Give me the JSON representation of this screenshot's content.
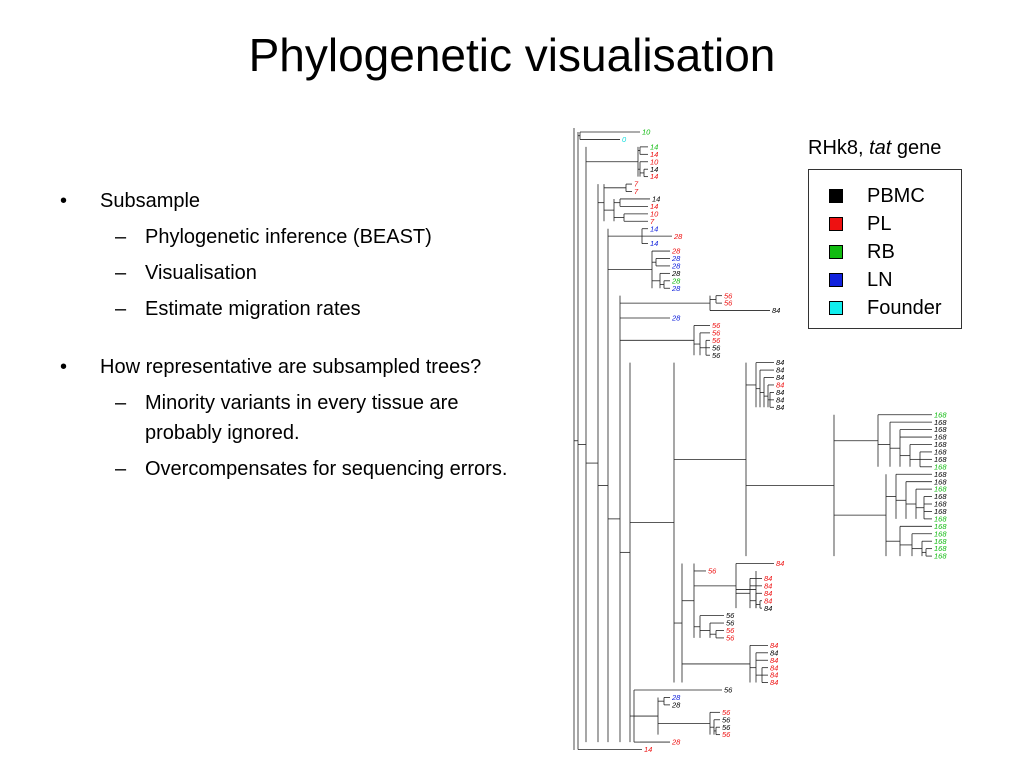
{
  "slide": {
    "title": "Phylogenetic visualisation",
    "bullets": [
      {
        "text": "Subsample",
        "sub": [
          "Phylogenetic inference (BEAST)",
          "Visualisation",
          "Estimate migration rates"
        ]
      },
      {
        "text": "How representative are subsampled trees?",
        "sub": [
          "Minority variants in every tissue are probably ignored.",
          "Overcompensates for sequencing errors."
        ]
      }
    ],
    "bullet_symbol": "•",
    "sub_bullet_symbol": "–"
  },
  "tree_panel": {
    "subtitle_prefix": "RHk8, ",
    "subtitle_italic": "tat",
    "subtitle_suffix": " gene",
    "legend": [
      {
        "label": "PBMC",
        "color": "#000000"
      },
      {
        "label": "PL",
        "color": "#ee1111"
      },
      {
        "label": "RB",
        "color": "#11bb11"
      },
      {
        "label": "LN",
        "color": "#1122dd"
      },
      {
        "label": "Founder",
        "color": "#11eeee"
      }
    ],
    "tip_colors": {
      "K": "#000000",
      "R": "#ee1111",
      "G": "#11bb11",
      "B": "#1122dd",
      "C": "#11dddd"
    },
    "tips": [
      {
        "label": "10",
        "c": "G"
      },
      {
        "label": "0",
        "c": "C"
      },
      {
        "label": "14",
        "c": "G"
      },
      {
        "label": "14",
        "c": "R"
      },
      {
        "label": "10",
        "c": "R"
      },
      {
        "label": "14",
        "c": "K"
      },
      {
        "label": "14",
        "c": "R"
      },
      {
        "label": "7",
        "c": "R"
      },
      {
        "label": "7",
        "c": "R"
      },
      {
        "label": "14",
        "c": "K"
      },
      {
        "label": "14",
        "c": "R"
      },
      {
        "label": "10",
        "c": "R"
      },
      {
        "label": "7",
        "c": "R"
      },
      {
        "label": "14",
        "c": "B"
      },
      {
        "label": "28",
        "c": "R"
      },
      {
        "label": "14",
        "c": "B"
      },
      {
        "label": "28",
        "c": "R"
      },
      {
        "label": "28",
        "c": "B"
      },
      {
        "label": "28",
        "c": "B"
      },
      {
        "label": "28",
        "c": "K"
      },
      {
        "label": "28",
        "c": "G"
      },
      {
        "label": "28",
        "c": "B"
      },
      {
        "label": "56",
        "c": "R"
      },
      {
        "label": "56",
        "c": "R"
      },
      {
        "label": "84",
        "c": "K"
      },
      {
        "label": "28",
        "c": "B"
      },
      {
        "label": "56",
        "c": "R"
      },
      {
        "label": "56",
        "c": "R"
      },
      {
        "label": "56",
        "c": "R"
      },
      {
        "label": "56",
        "c": "K"
      },
      {
        "label": "56",
        "c": "K"
      },
      {
        "label": "84",
        "c": "K"
      },
      {
        "label": "84",
        "c": "K"
      },
      {
        "label": "84",
        "c": "K"
      },
      {
        "label": "84",
        "c": "R"
      },
      {
        "label": "84",
        "c": "K"
      },
      {
        "label": "84",
        "c": "K"
      },
      {
        "label": "84",
        "c": "K"
      },
      {
        "label": "168",
        "c": "G"
      },
      {
        "label": "168",
        "c": "K"
      },
      {
        "label": "168",
        "c": "K"
      },
      {
        "label": "168",
        "c": "K"
      },
      {
        "label": "168",
        "c": "K"
      },
      {
        "label": "168",
        "c": "K"
      },
      {
        "label": "168",
        "c": "K"
      },
      {
        "label": "168",
        "c": "G"
      },
      {
        "label": "168",
        "c": "K"
      },
      {
        "label": "168",
        "c": "K"
      },
      {
        "label": "168",
        "c": "G"
      },
      {
        "label": "168",
        "c": "K"
      },
      {
        "label": "168",
        "c": "K"
      },
      {
        "label": "168",
        "c": "K"
      },
      {
        "label": "168",
        "c": "G"
      },
      {
        "label": "168",
        "c": "G"
      },
      {
        "label": "168",
        "c": "G"
      },
      {
        "label": "168",
        "c": "G"
      },
      {
        "label": "168",
        "c": "G"
      },
      {
        "label": "168",
        "c": "G"
      },
      {
        "label": "84",
        "c": "R"
      },
      {
        "label": "56",
        "c": "R"
      },
      {
        "label": "84",
        "c": "R"
      },
      {
        "label": "84",
        "c": "R"
      },
      {
        "label": "84",
        "c": "R"
      },
      {
        "label": "84",
        "c": "R"
      },
      {
        "label": "84",
        "c": "K"
      },
      {
        "label": "56",
        "c": "K"
      },
      {
        "label": "56",
        "c": "K"
      },
      {
        "label": "56",
        "c": "R"
      },
      {
        "label": "56",
        "c": "R"
      },
      {
        "label": "84",
        "c": "R"
      },
      {
        "label": "84",
        "c": "K"
      },
      {
        "label": "84",
        "c": "R"
      },
      {
        "label": "84",
        "c": "R"
      },
      {
        "label": "84",
        "c": "R"
      },
      {
        "label": "84",
        "c": "R"
      },
      {
        "label": "56",
        "c": "K"
      },
      {
        "label": "28",
        "c": "B"
      },
      {
        "label": "28",
        "c": "K"
      },
      {
        "label": "56",
        "c": "R"
      },
      {
        "label": "56",
        "c": "K"
      },
      {
        "label": "56",
        "c": "K"
      },
      {
        "label": "56",
        "c": "R"
      },
      {
        "label": "28",
        "c": "R"
      },
      {
        "label": "14",
        "c": "R"
      }
    ]
  }
}
